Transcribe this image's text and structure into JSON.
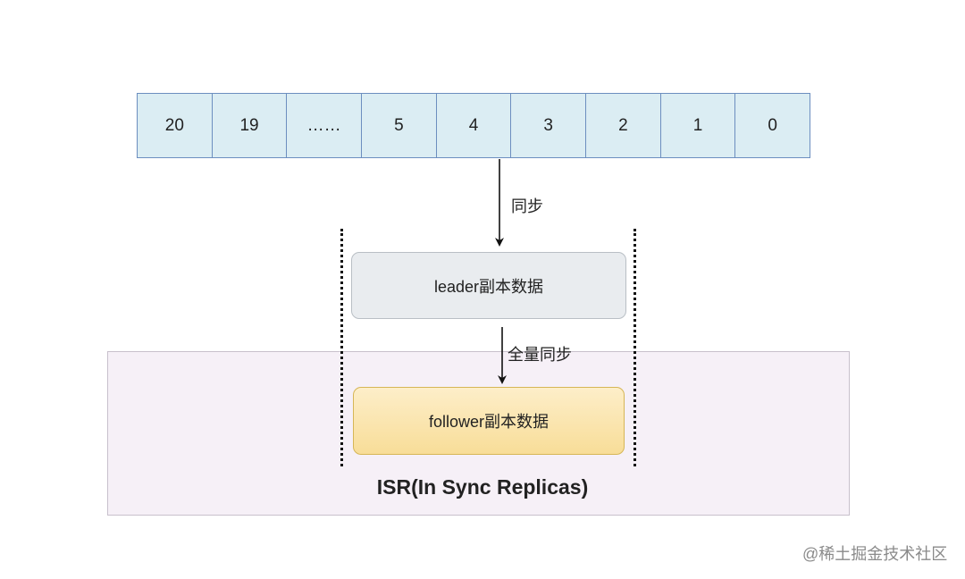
{
  "log_offsets": [
    "20",
    "19",
    "……",
    "5",
    "4",
    "3",
    "2",
    "1",
    "0"
  ],
  "arrows": {
    "sync_label": "同步",
    "full_sync_label": "全量同步"
  },
  "leader_label": "leader副本数据",
  "follower_label": "follower副本数据",
  "isr_label": "ISR(In Sync Replicas)",
  "watermark": "@稀土掘金技术社区",
  "colors": {
    "log_cell_fill": "#dbedf3",
    "log_cell_border": "#6c8ebf",
    "leader_fill": "#e9ecef",
    "follower_fill": "#f8dd98",
    "isr_fill": "#f6f0f7"
  }
}
